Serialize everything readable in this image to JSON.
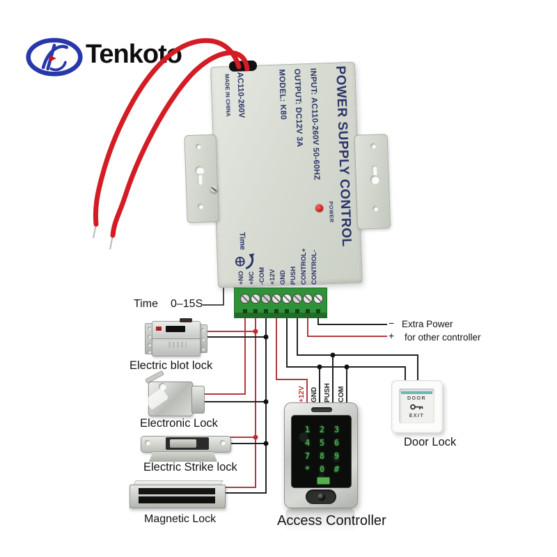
{
  "brand": {
    "name": "Tenkoto"
  },
  "psu": {
    "title": "POWER SUPPLY CONTROL",
    "spec_input": "INPUT: AC110-260V 50-60HZ",
    "spec_output": "OUTPUT: DC12V 3A",
    "spec_model": "MODEL: K80",
    "side_voltage": "AC110-260V",
    "side_made": "MADE IN CHINA",
    "power_led_label": "POWER",
    "time_label": "Time",
    "terminals": [
      "+NO",
      "+NC",
      "-COM",
      "+12V",
      "GND",
      "PUSH",
      "CONTROL+",
      "CONTROL-"
    ]
  },
  "callouts": {
    "time": {
      "label": "Time",
      "value": "0–15S"
    },
    "extra_power": {
      "minus": "−",
      "plus": "+",
      "line1": "Extra Power",
      "line2": "for other controller"
    }
  },
  "locks": {
    "bolt": {
      "label": "Electric blot lock"
    },
    "electronic": {
      "label": "Electronic Lock"
    },
    "strike": {
      "label": "Electric Strike lock"
    },
    "magnetic": {
      "label": "Magnetic Lock"
    }
  },
  "controller": {
    "label": "Access Controller",
    "wire_labels": [
      "+12V",
      "GND",
      "PUSH",
      "COM"
    ],
    "keypad": [
      [
        "1",
        "2",
        "3"
      ],
      [
        "4",
        "5",
        "6"
      ],
      [
        "7",
        "8",
        "9"
      ],
      [
        "*",
        "0",
        "#"
      ]
    ]
  },
  "door": {
    "label": "Door Lock",
    "button_line1": "DOOR",
    "button_line2": "EXIT"
  },
  "colors": {
    "logo_blue": "#2838aa",
    "text_navy": "#2c3467",
    "body_gray": "#d7dbd2",
    "terminal_green": "#2f9138",
    "input_wire_red": "#d41c24",
    "diagram_red": "#b23840",
    "diagram_black": "#222222",
    "exit_teal": "#6ab9b0",
    "keypad_green": "#4aa352",
    "led_red": "#c11212"
  }
}
